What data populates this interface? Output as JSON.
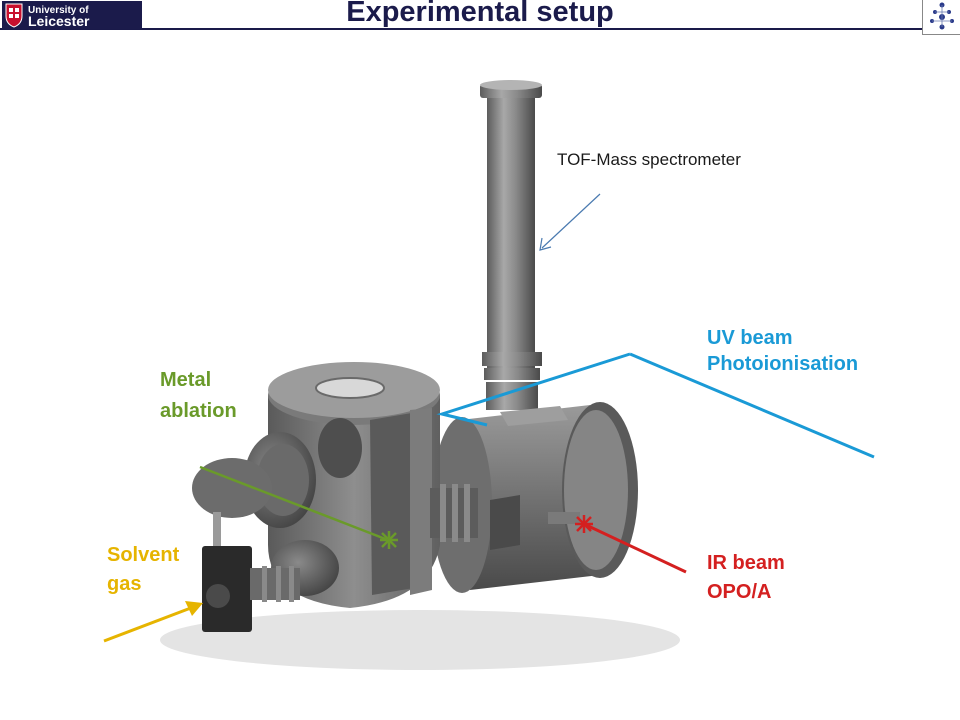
{
  "header": {
    "title": "Experimental setup",
    "logo_line1": "University of",
    "logo_line2": "Leicester"
  },
  "labels": {
    "tof": "TOF-Mass spectrometer",
    "uv_line1": "UV beam",
    "uv_line2": "Photoionisation",
    "metal_line1": "Metal",
    "metal_line2": "ablation",
    "solvent_line1": "Solvent",
    "solvent_line2": "gas",
    "ir_line1": "IR beam",
    "ir_line2": "OPO/A"
  },
  "colors": {
    "uv": "#1a9ad6",
    "metal": "#6a9a2a",
    "solvent": "#e6b400",
    "ir": "#d42020",
    "tof_arrow": "#4a7ab0",
    "header": "#1b1b4b"
  }
}
